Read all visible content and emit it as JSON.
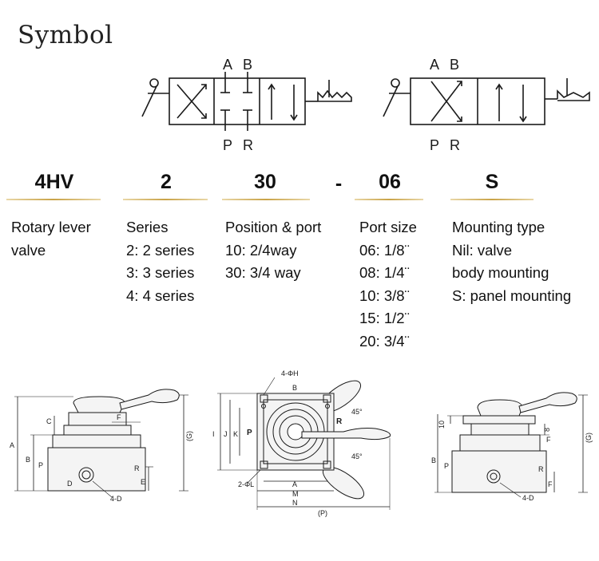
{
  "title": "Symbol",
  "symbol_left": {
    "port_a": "A",
    "port_b": "B",
    "port_p": "P",
    "port_r": "R"
  },
  "symbol_right": {
    "port_a": "A",
    "port_b": "B",
    "port_p": "P",
    "port_r": "R"
  },
  "model_code": {
    "segments": [
      "4HV",
      "2",
      "30",
      "06",
      "S"
    ],
    "separator": "-",
    "columns": [
      {
        "lines": [
          "Rotary lever",
          "valve"
        ]
      },
      {
        "lines": [
          "Series",
          "2: 2 series",
          "3: 3 series",
          "4: 4 series"
        ]
      },
      {
        "lines": [
          "Position & port",
          "10: 2/4way",
          "30: 3/4 way"
        ]
      },
      {
        "lines": [
          "Port size",
          "06: 1/8¨",
          "08: 1/4¨",
          "10: 3/8¨",
          "15: 1/2¨",
          "20: 3/4¨"
        ]
      },
      {
        "lines": [
          "Mounting type",
          "Nil: valve",
          "body mounting",
          "S: panel mounting"
        ]
      }
    ]
  },
  "dims_left": {
    "a": "A",
    "b": "B",
    "c": "C",
    "f": "F",
    "p": "P",
    "r": "R",
    "e": "E",
    "d": "D",
    "d4": "4-D",
    "g": "(G)"
  },
  "dims_center": {
    "h4": "4-ΦH",
    "b": "B",
    "i": "I",
    "j": "J",
    "k": "K",
    "p": "P",
    "r": "R",
    "a": "A",
    "l2": "2-ΦL",
    "m": "M",
    "n": "N",
    "pp": "(P)",
    "deg1": "45°",
    "deg2": "45°"
  },
  "dims_right": {
    "ten": "10",
    "eight": "8",
    "b": "B",
    "p": "P",
    "r": "R",
    "f1": "F",
    "f2": "F",
    "d4": "4-D",
    "g": "(G)"
  },
  "colors": {
    "accent": "#c9a348",
    "line": "#1a1a1a",
    "hatch": "#e8e8e8"
  }
}
